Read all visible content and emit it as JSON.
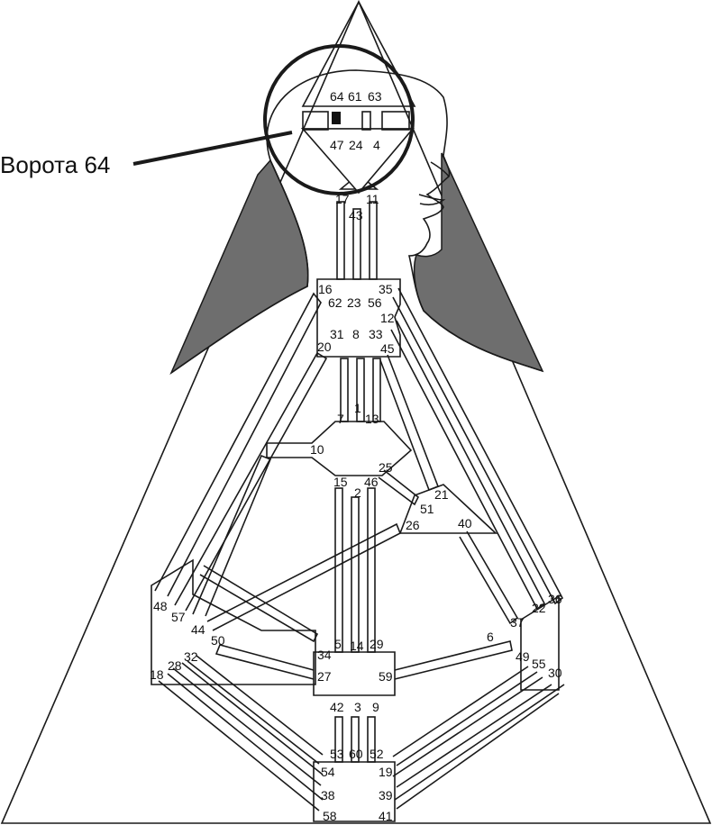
{
  "callout": {
    "text": "Ворота 64"
  },
  "colors": {
    "stroke": "#1a1a1a",
    "shoulder_fill": "#6e6e6e",
    "background": "#ffffff",
    "activated_gate": "#111111"
  },
  "activated_gate": "64",
  "gates": [
    "64",
    "61",
    "63",
    "47",
    "24",
    "4",
    "17",
    "11",
    "43",
    "16",
    "35",
    "62",
    "23",
    "56",
    "12",
    "20",
    "31",
    "8",
    "33",
    "45",
    "7",
    "1",
    "13",
    "10",
    "15",
    "2",
    "46",
    "25",
    "21",
    "51",
    "26",
    "40",
    "48",
    "57",
    "44",
    "50",
    "36",
    "22",
    "37",
    "6",
    "34",
    "5",
    "14",
    "29",
    "27",
    "59",
    "18",
    "28",
    "32",
    "49",
    "55",
    "30",
    "42",
    "3",
    "9",
    "53",
    "60",
    "52",
    "54",
    "19",
    "38",
    "39",
    "58",
    "41"
  ]
}
